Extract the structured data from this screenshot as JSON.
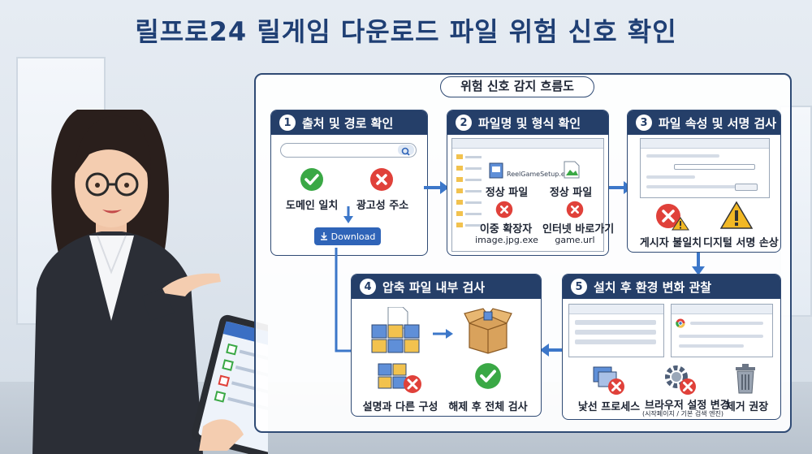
{
  "title": "릴프로24 릴게임 다운로드 파일 위험 신호 확인",
  "flow_label": "위험 신호 감지 흐름도",
  "step1": {
    "num": "1",
    "title": "출처 및 경로 확인",
    "ok_label": "도메인 일치",
    "bad_label": "광고성 주소",
    "download_button": "Download"
  },
  "step2": {
    "num": "2",
    "title": "파일명 및 형식 확인",
    "file_name_small": "ReelGameSetup.exe",
    "ok1_label": "정상 파일",
    "ok2_label": "정상 파일",
    "bad1_label": "이중 확장자",
    "bad1_file": "image.jpg.exe",
    "bad2_label": "인터넷 바로가기",
    "bad2_file": "game.url"
  },
  "step3": {
    "num": "3",
    "title": "파일 속성 및 서명 검사",
    "bad1_label": "게시자 불일치",
    "bad2_label": "디지털 서명 손상"
  },
  "step4": {
    "num": "4",
    "title": "압축 파일 내부 검사",
    "bad_label": "설명과 다른 구성",
    "ok_label": "해제 후 전체 검사"
  },
  "step5": {
    "num": "5",
    "title": "설치 후 환경 변화 관찰",
    "bad1_label": "낯선 프로세스",
    "bad2_label": "브라우저 설정 변경",
    "bad2_note": "(시작페이지 / 기본 검색 엔진)",
    "bad3_label": "제거 권장"
  },
  "colors": {
    "header": "#253f69",
    "title": "#1f3f74",
    "ok": "#3aa845",
    "bad": "#e0413a",
    "warn": "#f2b824",
    "arrow": "#3c77c9"
  },
  "icons": [
    "check-icon",
    "x-icon",
    "warning-icon",
    "search-icon",
    "download-icon",
    "folder-icon",
    "trash-icon",
    "gear-icon",
    "box-icon"
  ]
}
